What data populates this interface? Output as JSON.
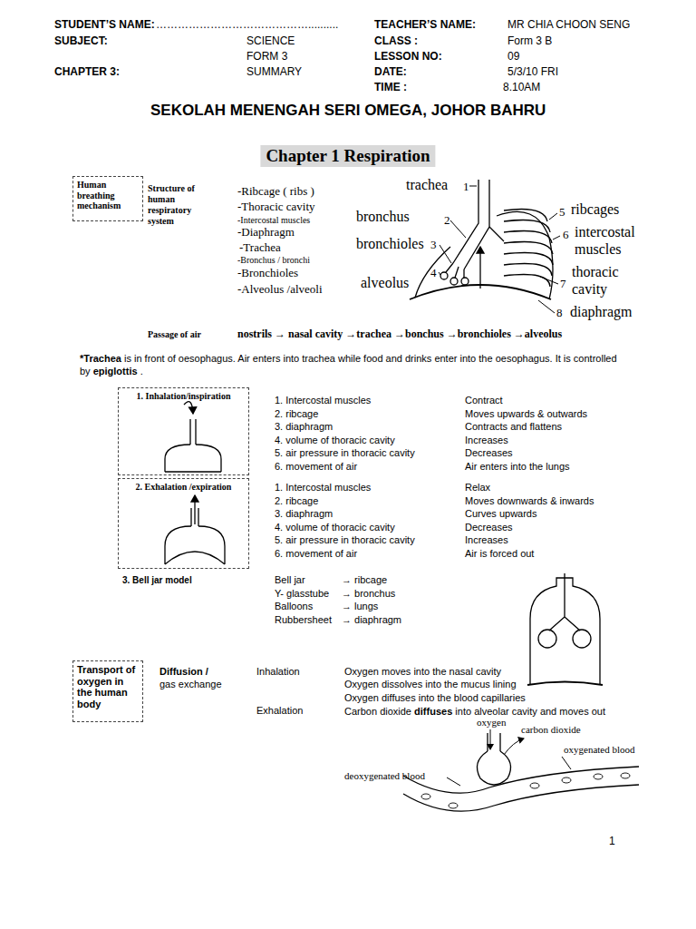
{
  "diagram": {
    "title": "Chapter 1 Respiration",
    "nodes": [
      {
        "text": [
          "Human breathing mechanism"
        ]
      },
      {
        "text": [
          "1. Inhalation/inspiration"
        ]
      },
      {
        "text": [
          "2. Exhalation /expiration"
        ]
      },
      {
        "text": [
          "Transport of oxygen in the human body"
        ]
      }
    ],
    "labels": [
      "STUDENT’S NAME:",
      "……………………………………..........",
      "TEACHER’S NAME:",
      "MR CHIA CHOON SENG",
      "SUBJECT:",
      "SCIENCE",
      "CLASS :",
      "Form 3 B",
      "FORM 3",
      "LESSON NO:",
      "09",
      "CHAPTER 3:",
      "SUMMARY",
      "DATE:",
      "5/3/10 FRI",
      "TIME :",
      "8.10AM",
      "SEKOLAH MENENGAH SERI OMEGA, JOHOR BAHRU",
      "Structure of human respiratory system",
      "-Ribcage ( ribs )",
      "-Thoracic cavity",
      "-Intercostal muscles",
      "-Diaphragm",
      "-Trachea",
      "-Bronchus / bronchi",
      "-Bronchioles",
      "-Alveolus /alveoli",
      "trachea",
      "1",
      "bronchus",
      "2",
      "bronchioles",
      "3",
      "4",
      "alveolus",
      "5",
      "ribcages",
      "6",
      "intercostal muscles",
      "7",
      "thoracic cavity",
      "8",
      "diaphragm",
      "Passage of air",
      "nostrils → nasal cavity →trachea →bonchus →bronchioles →alveolus",
      "*Trachea",
      "is in front of oesophagus. Air enters into trachea while food and drinks enter into the oesophagus. It is controlled by",
      "epiglottis",
      ".",
      "1. Intercostal muscles",
      "Contract",
      "2. ribcage",
      "Moves upwards & outwards",
      "3. diaphragm",
      "Contracts and flattens",
      "4. volume of thoracic cavity",
      "Increases",
      "5. air pressure in thoracic cavity",
      "Decreases",
      "6. movement of air",
      "Air enters into the lungs",
      "1. Intercostal muscles",
      "Relax",
      "2. ribcage",
      "Moves downwards & inwards",
      "3. diaphragm",
      "Curves upwards",
      "4. volume of thoracic cavity",
      "Decreases",
      "5. air pressure in thoracic cavity",
      "Increases",
      "6. movement of air",
      "Air is forced out",
      "3. Bell jar model",
      "Bell jar",
      "→ ribcage",
      "Y- glasstube",
      "→ bronchus",
      "Balloons",
      "→ lungs",
      "Rubbersheet",
      "→ diaphragm",
      "Diffusion /",
      "gas exchange",
      "Inhalation",
      "Oxygen  moves into the nasal cavity",
      "Oxygen dissolves into the mucus lining",
      "Oxygen diffuses into the blood capillaries",
      "Exhalation",
      "Carbon dioxide",
      "diffuses",
      "into alveolar cavity and moves out",
      "oxygen",
      "carbon dioxide",
      "oxygenated blood",
      "deoxygenated blood",
      "1"
    ]
  }
}
